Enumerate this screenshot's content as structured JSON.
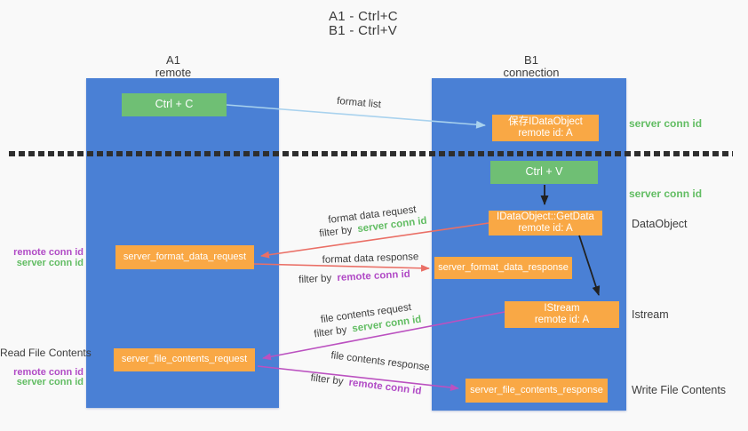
{
  "title": {
    "line1": "A1 - Ctrl+C",
    "line2": "B1 - Ctrl+V"
  },
  "lanes": {
    "a1": {
      "name": "A1",
      "subtitle": "remote"
    },
    "b1": {
      "name": "B1",
      "subtitle": "connection"
    }
  },
  "nodes": {
    "ctrl_c": {
      "label": "Ctrl + C"
    },
    "save_idataobject": {
      "line1": "保存IDataObject",
      "line2": "remote id: A"
    },
    "ctrl_v": {
      "label": "Ctrl + V"
    },
    "getdata": {
      "line1": "IDataObject::GetData",
      "line2": "remote id: A"
    },
    "format_data_request": {
      "label": "server_format_data_request"
    },
    "format_data_response": {
      "label": "server_format_data_response"
    },
    "istream": {
      "line1": "IStream",
      "line2": "remote id: A"
    },
    "file_contents_request": {
      "label": "server_file_contents_request"
    },
    "file_contents_response": {
      "label": "server_file_contents_response"
    }
  },
  "flow_labels": {
    "format_list": "format list",
    "format_data_request": "format data request",
    "format_data_response": "format data response",
    "file_contents_request": "file contents request",
    "file_contents_response": "file contents response",
    "filter_by": "filter by",
    "server_conn_id": "server conn id",
    "remote_conn_id": "remote conn id"
  },
  "side_labels": {
    "right": {
      "server_conn_id_top": "server conn id",
      "server_conn_id_mid": "server conn id",
      "dataobject": "DataObject",
      "istream": "Istream",
      "write_file_contents": "Write File Contents"
    },
    "left": {
      "remote_conn_id_top": "remote conn id",
      "server_conn_id_top": "server conn id",
      "read_file_contents": "Read File Contents",
      "remote_conn_id_bottom": "remote conn id",
      "server_conn_id_bottom": "server conn id"
    }
  },
  "colors": {
    "lane_blue": "#4a80d5",
    "box_green": "#6fbf74",
    "box_orange": "#f9a845",
    "arrow_red": "#ea6f66",
    "arrow_magenta": "#bb51c0",
    "arrow_lightblue": "#a9d2ee",
    "arrow_black": "#212121",
    "label_green": "#62bd63",
    "label_purple": "#b14bc6",
    "dash_color": "#2e2e2e"
  }
}
